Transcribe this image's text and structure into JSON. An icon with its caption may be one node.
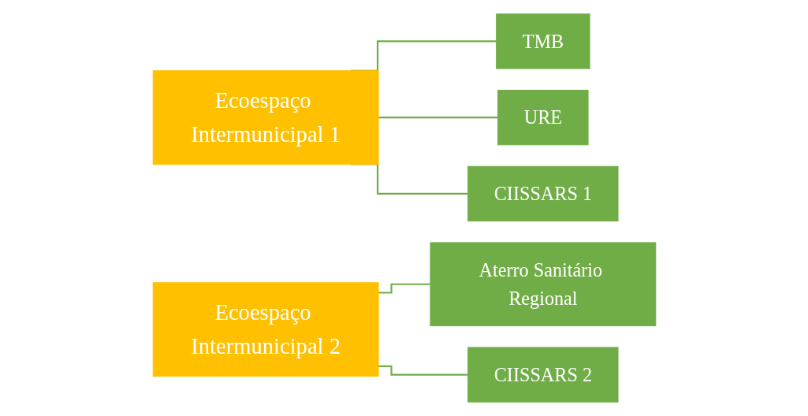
{
  "diagram": {
    "nodes": [
      {
        "text": [
          "Ecoespaço Intermunicipal 1"
        ]
      },
      {
        "text": [
          "TMB"
        ]
      },
      {
        "text": [
          "URE"
        ]
      },
      {
        "text": [
          "CIISSARS 1"
        ]
      },
      {
        "text": [
          "Ecoespaço Intermunicipal 2"
        ]
      },
      {
        "text": [
          "Aterro Sanitário Regional"
        ]
      },
      {
        "text": [
          "CIISSARS 2"
        ]
      }
    ],
    "edges": [
      {
        "from": 0,
        "to": 1,
        "arrow": "none"
      },
      {
        "from": 0,
        "to": 2,
        "arrow": "none"
      },
      {
        "from": 0,
        "to": 3,
        "arrow": "none"
      },
      {
        "from": 4,
        "to": 5,
        "arrow": "none"
      },
      {
        "from": 4,
        "to": 6,
        "arrow": "none"
      }
    ]
  }
}
